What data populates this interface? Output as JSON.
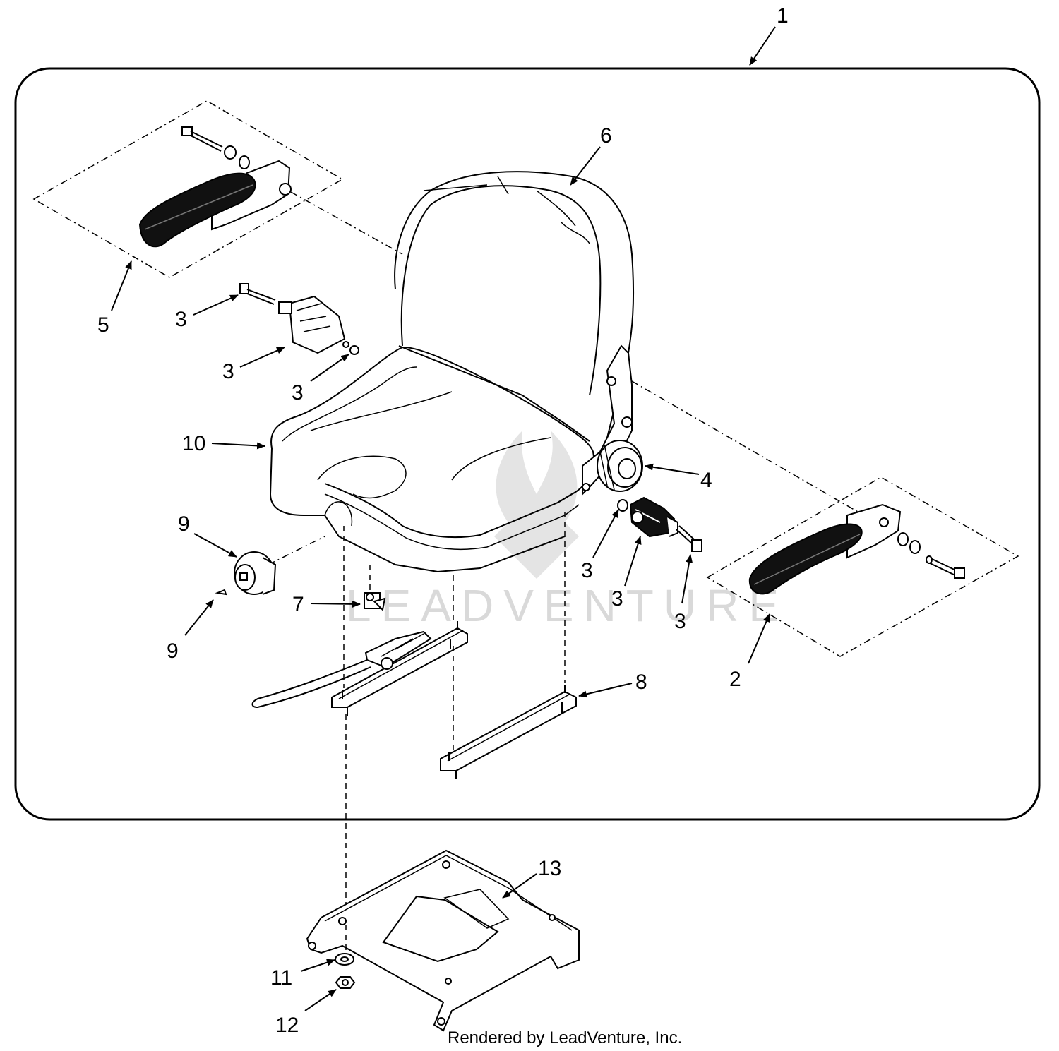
{
  "callouts": {
    "c1": "1",
    "c2": "2",
    "c3a": "3",
    "c3b": "3",
    "c3c": "3",
    "c3d": "3",
    "c3e": "3",
    "c3f": "3",
    "c4": "4",
    "c5": "5",
    "c6": "6",
    "c7": "7",
    "c8": "8",
    "c9a": "9",
    "c9b": "9",
    "c10": "10",
    "c11": "11",
    "c12": "12",
    "c13": "13"
  },
  "watermark": {
    "logo_text": "LEADVENTURE"
  },
  "footer": {
    "credit": "Rendered by LeadVenture, Inc."
  }
}
